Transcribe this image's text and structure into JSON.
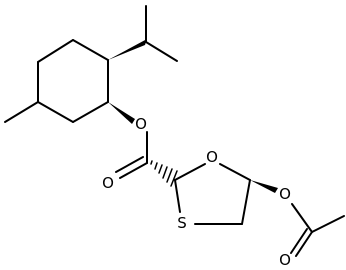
{
  "molecule": {
    "atoms": {
      "ester_oxygen": "O",
      "carbonyl_oxygen": "O",
      "ring_oxygen": "O",
      "ring_sulfur": "S",
      "acetoxy_oxygen": "O",
      "acetyl_carbonyl_oxygen": "O"
    }
  }
}
